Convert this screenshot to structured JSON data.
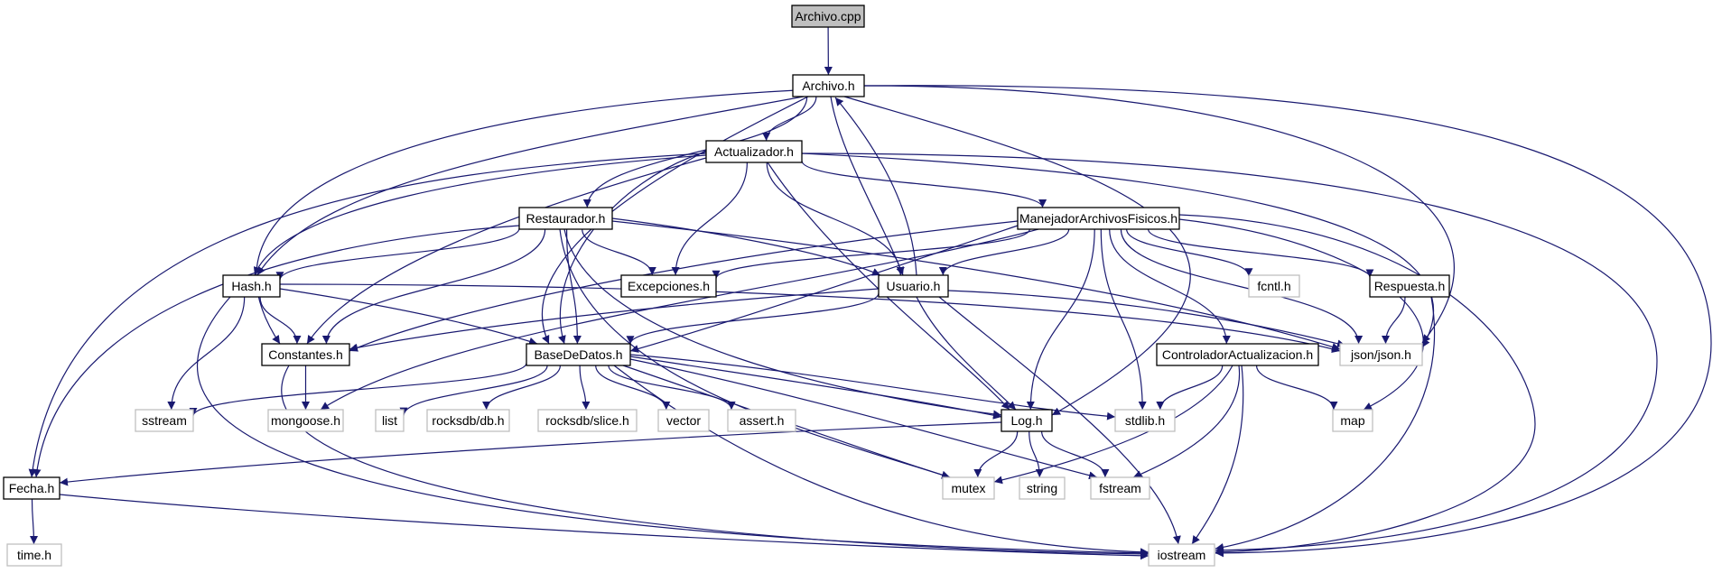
{
  "diagram": {
    "type": "include-dependency-graph",
    "colors": {
      "edge": "#191970",
      "root_fill": "#bfbfbf",
      "node_stroke": "#000000",
      "external_stroke": "#bfbfbf",
      "text": "#000000",
      "background": "#ffffff"
    },
    "nodes": [
      {
        "id": "archivo_cpp",
        "label": "Archivo.cpp",
        "kind": "root"
      },
      {
        "id": "archivo_h",
        "label": "Archivo.h",
        "kind": "internal"
      },
      {
        "id": "actualizador_h",
        "label": "Actualizador.h",
        "kind": "internal"
      },
      {
        "id": "restaurador_h",
        "label": "Restaurador.h",
        "kind": "internal"
      },
      {
        "id": "manejador_h",
        "label": "ManejadorArchivosFisicos.h",
        "kind": "internal"
      },
      {
        "id": "hash_h",
        "label": "Hash.h",
        "kind": "internal"
      },
      {
        "id": "excepciones_h",
        "label": "Excepciones.h",
        "kind": "internal"
      },
      {
        "id": "usuario_h",
        "label": "Usuario.h",
        "kind": "internal"
      },
      {
        "id": "fcntl_h",
        "label": "fcntl.h",
        "kind": "external"
      },
      {
        "id": "respuesta_h",
        "label": "Respuesta.h",
        "kind": "internal"
      },
      {
        "id": "constantes_h",
        "label": "Constantes.h",
        "kind": "internal"
      },
      {
        "id": "basededatos_h",
        "label": "BaseDeDatos.h",
        "kind": "internal"
      },
      {
        "id": "controlador_h",
        "label": "ControladorActualizacion.h",
        "kind": "internal"
      },
      {
        "id": "json_h",
        "label": "json/json.h",
        "kind": "external"
      },
      {
        "id": "sstream",
        "label": "sstream",
        "kind": "external"
      },
      {
        "id": "mongoose_h",
        "label": "mongoose.h",
        "kind": "external"
      },
      {
        "id": "list",
        "label": "list",
        "kind": "external"
      },
      {
        "id": "rocksdb_db_h",
        "label": "rocksdb/db.h",
        "kind": "external"
      },
      {
        "id": "rocksdb_slice_h",
        "label": "rocksdb/slice.h",
        "kind": "external"
      },
      {
        "id": "vector",
        "label": "vector",
        "kind": "external"
      },
      {
        "id": "assert_h",
        "label": "assert.h",
        "kind": "external"
      },
      {
        "id": "log_h",
        "label": "Log.h",
        "kind": "internal"
      },
      {
        "id": "stdlib_h",
        "label": "stdlib.h",
        "kind": "external"
      },
      {
        "id": "map",
        "label": "map",
        "kind": "external"
      },
      {
        "id": "fecha_h",
        "label": "Fecha.h",
        "kind": "internal"
      },
      {
        "id": "mutex",
        "label": "mutex",
        "kind": "external"
      },
      {
        "id": "string",
        "label": "string",
        "kind": "external"
      },
      {
        "id": "fstream",
        "label": "fstream",
        "kind": "external"
      },
      {
        "id": "time_h",
        "label": "time.h",
        "kind": "external"
      },
      {
        "id": "iostream",
        "label": "iostream",
        "kind": "external"
      }
    ],
    "edges": [
      [
        "archivo_cpp",
        "archivo_h"
      ],
      [
        "archivo_h",
        "actualizador_h"
      ],
      [
        "archivo_h",
        "restaurador_h"
      ],
      [
        "archivo_h",
        "usuario_h"
      ],
      [
        "archivo_h",
        "hash_h"
      ],
      [
        "archivo_h",
        "constantes_h"
      ],
      [
        "archivo_h",
        "basededatos_h"
      ],
      [
        "archivo_h",
        "log_h"
      ],
      [
        "archivo_h",
        "json_h"
      ],
      [
        "archivo_h",
        "iostream"
      ],
      [
        "actualizador_h",
        "manejador_h"
      ],
      [
        "actualizador_h",
        "excepciones_h"
      ],
      [
        "actualizador_h",
        "usuario_h"
      ],
      [
        "actualizador_h",
        "hash_h"
      ],
      [
        "actualizador_h",
        "constantes_h"
      ],
      [
        "actualizador_h",
        "basededatos_h"
      ],
      [
        "actualizador_h",
        "log_h"
      ],
      [
        "actualizador_h",
        "fecha_h"
      ],
      [
        "actualizador_h",
        "json_h"
      ],
      [
        "actualizador_h",
        "iostream"
      ],
      [
        "restaurador_h",
        "hash_h"
      ],
      [
        "restaurador_h",
        "excepciones_h"
      ],
      [
        "restaurador_h",
        "usuario_h"
      ],
      [
        "restaurador_h",
        "constantes_h"
      ],
      [
        "restaurador_h",
        "basededatos_h"
      ],
      [
        "restaurador_h",
        "log_h"
      ],
      [
        "restaurador_h",
        "fecha_h"
      ],
      [
        "restaurador_h",
        "json_h"
      ],
      [
        "restaurador_h",
        "mutex"
      ],
      [
        "manejador_h",
        "excepciones_h"
      ],
      [
        "manejador_h",
        "usuario_h"
      ],
      [
        "manejador_h",
        "fcntl_h"
      ],
      [
        "manejador_h",
        "respuesta_h"
      ],
      [
        "manejador_h",
        "constantes_h"
      ],
      [
        "manejador_h",
        "basededatos_h"
      ],
      [
        "manejador_h",
        "controlador_h"
      ],
      [
        "manejador_h",
        "json_h"
      ],
      [
        "manejador_h",
        "mongoose_h"
      ],
      [
        "manejador_h",
        "log_h"
      ],
      [
        "manejador_h",
        "stdlib_h"
      ],
      [
        "manejador_h",
        "map"
      ],
      [
        "manejador_h",
        "iostream"
      ],
      [
        "usuario_h",
        "archivo_h"
      ],
      [
        "usuario_h",
        "constantes_h"
      ],
      [
        "usuario_h",
        "basededatos_h"
      ],
      [
        "usuario_h",
        "json_h"
      ],
      [
        "usuario_h",
        "log_h"
      ],
      [
        "usuario_h",
        "iostream"
      ],
      [
        "hash_h",
        "constantes_h"
      ],
      [
        "hash_h",
        "basededatos_h"
      ],
      [
        "hash_h",
        "json_h"
      ],
      [
        "hash_h",
        "sstream"
      ],
      [
        "hash_h",
        "iostream"
      ],
      [
        "respuesta_h",
        "json_h"
      ],
      [
        "respuesta_h",
        "iostream"
      ],
      [
        "constantes_h",
        "mongoose_h"
      ],
      [
        "constantes_h",
        "iostream"
      ],
      [
        "basededatos_h",
        "sstream"
      ],
      [
        "basededatos_h",
        "list"
      ],
      [
        "basededatos_h",
        "rocksdb_db_h"
      ],
      [
        "basededatos_h",
        "rocksdb_slice_h"
      ],
      [
        "basededatos_h",
        "vector"
      ],
      [
        "basededatos_h",
        "assert_h"
      ],
      [
        "basededatos_h",
        "log_h"
      ],
      [
        "basededatos_h",
        "stdlib_h"
      ],
      [
        "basededatos_h",
        "mutex"
      ],
      [
        "basededatos_h",
        "fstream"
      ],
      [
        "basededatos_h",
        "iostream"
      ],
      [
        "controlador_h",
        "stdlib_h"
      ],
      [
        "controlador_h",
        "map"
      ],
      [
        "controlador_h",
        "mutex"
      ],
      [
        "controlador_h",
        "fstream"
      ],
      [
        "controlador_h",
        "iostream"
      ],
      [
        "log_h",
        "fecha_h"
      ],
      [
        "log_h",
        "mutex"
      ],
      [
        "log_h",
        "string"
      ],
      [
        "log_h",
        "fstream"
      ],
      [
        "fecha_h",
        "time_h"
      ],
      [
        "fecha_h",
        "iostream"
      ]
    ]
  }
}
